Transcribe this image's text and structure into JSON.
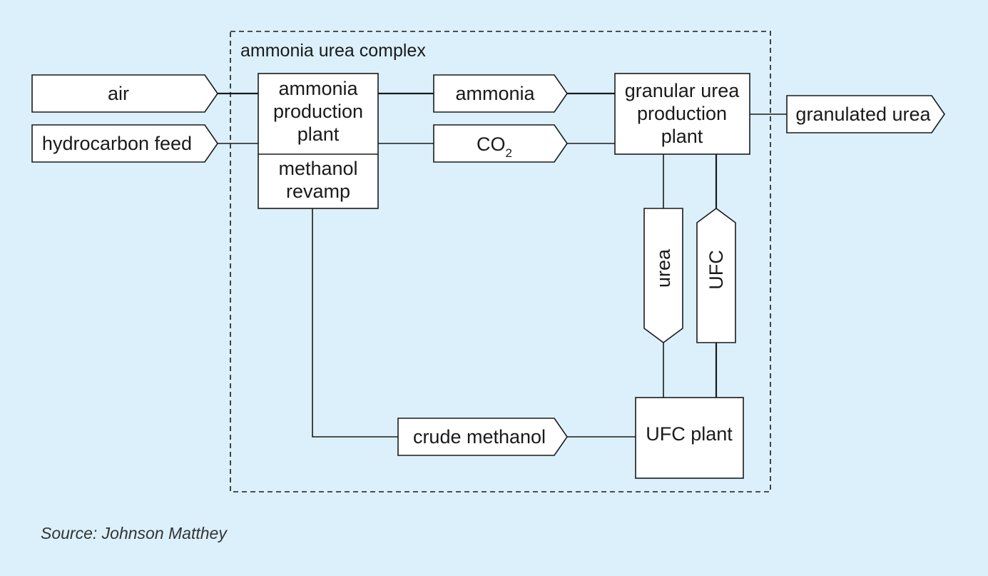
{
  "complex_label": "ammonia urea complex",
  "inputs": {
    "air": "air",
    "feed": "hydrocarbon feed"
  },
  "plants": {
    "ammonia": [
      "ammonia",
      "production",
      "plant"
    ],
    "methanol": [
      "methanol",
      "revamp"
    ],
    "urea": [
      "granular urea",
      "production",
      "plant"
    ],
    "ufc": "UFC plant"
  },
  "streams": {
    "ammonia": "ammonia",
    "co2_main": "CO",
    "co2_sub": "2",
    "urea": "urea",
    "ufc": "UFC",
    "crude_methanol": "crude methanol"
  },
  "output": "granulated urea",
  "source": "Source: Johnson Matthey",
  "colors": {
    "background": "#dbf0fa",
    "box_fill": "#ffffff",
    "stroke": "#1a1a1a"
  }
}
